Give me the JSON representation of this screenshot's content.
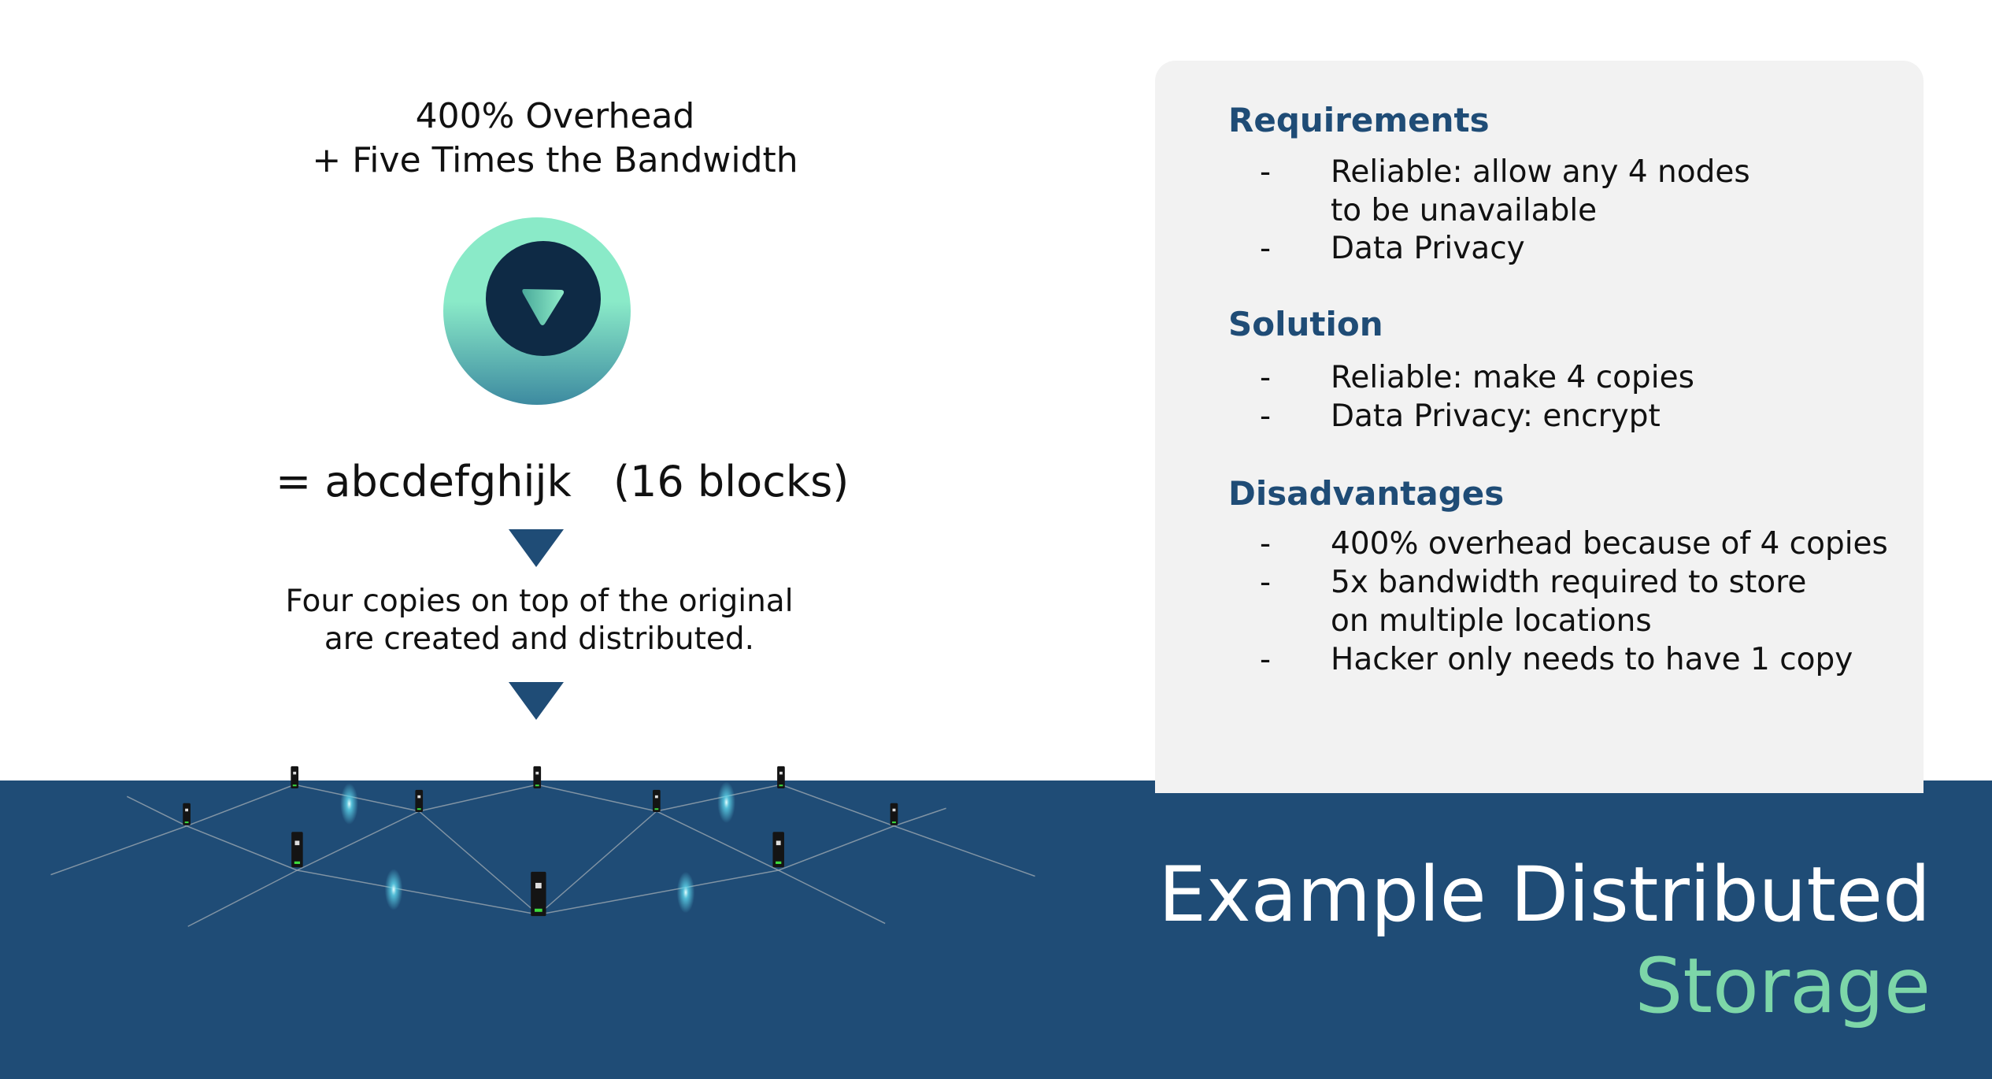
{
  "left": {
    "header_line1": "400% Overhead",
    "header_line2": "+ Five Times the Bandwidth",
    "icon": "triangle-logo-icon",
    "equation": "= abcdefghijk",
    "blocks": "(16 blocks)",
    "desc_line1": "Four copies on top of the original",
    "desc_line2": "are created and distributed."
  },
  "panel": {
    "sections": [
      {
        "heading": "Requirements",
        "items": [
          {
            "dash": "-",
            "lines": [
              "Reliable: allow any 4 nodes",
              "to be unavailable"
            ]
          },
          {
            "dash": "-",
            "lines": [
              "Data Privacy"
            ]
          }
        ]
      },
      {
        "heading": "Solution",
        "items": [
          {
            "dash": "-",
            "lines": [
              "Reliable: make 4 copies"
            ]
          },
          {
            "dash": "-",
            "lines": [
              "Data Privacy: encrypt"
            ]
          }
        ]
      },
      {
        "heading": "Disadvantages",
        "items": [
          {
            "dash": "-",
            "lines": [
              "400% overhead because of 4 copies"
            ]
          },
          {
            "dash": "-",
            "lines": [
              "5x bandwidth required to store",
              "on multiple locations"
            ]
          },
          {
            "dash": "-",
            "lines": [
              "Hacker only needs to have 1 copy"
            ]
          }
        ]
      }
    ]
  },
  "title": {
    "line1": "Example Distributed",
    "line2": "Storage"
  },
  "colors": {
    "band": "#1f4c76",
    "accent": "#7dd6a8",
    "heading": "#1f4c76",
    "panel": "#f2f2f2"
  }
}
